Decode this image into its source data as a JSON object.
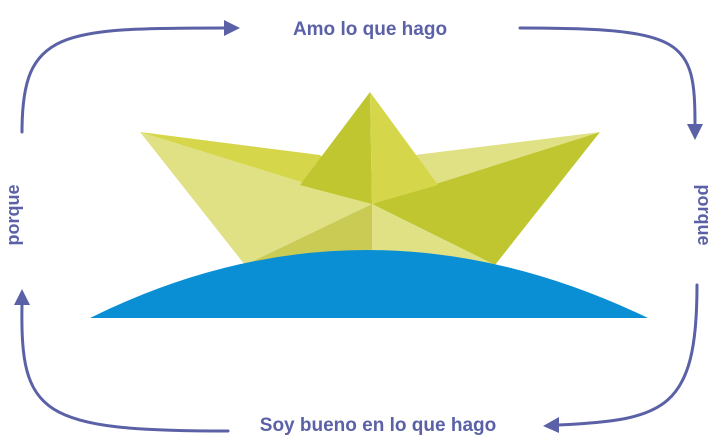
{
  "labels": {
    "top": "Amo lo que hago",
    "right": "porque",
    "bottom": "Soy bueno en lo que hago",
    "left": "porque"
  },
  "colors": {
    "text": "#5b61a6",
    "arrow": "#5b61a6",
    "water": "#0a8fd5",
    "boat_light": "#e0e084",
    "boat_mid": "#d6d64a",
    "boat_dark": "#bfc62f",
    "boat_shadow": "#c9cb55"
  },
  "icons": {
    "boat": "paper-boat-icon",
    "water": "water-wave-icon"
  }
}
